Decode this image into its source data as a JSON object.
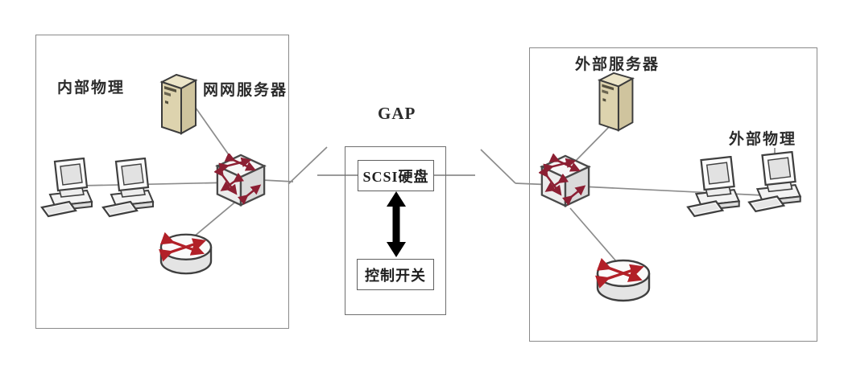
{
  "diagram_type": "network-gap-isolation-diagram",
  "internal_zone": {
    "zone_label": "内部物理",
    "server_label": "网网服务器",
    "devices": [
      "server",
      "workstation",
      "workstation",
      "switch",
      "router"
    ]
  },
  "gap_unit": {
    "title": "GAP",
    "disk_box_label": "SCSI硬盘",
    "control_box_label": "控制开关"
  },
  "external_zone": {
    "server_label": "外部服务器",
    "zone_label": "外部物理",
    "devices": [
      "server",
      "switch",
      "workstation",
      "workstation",
      "router"
    ]
  },
  "icons": {
    "server": "server-tower-icon",
    "workstation": "desktop-computer-icon",
    "switch": "network-switch-icon",
    "router": "router-icon",
    "gap_link": "double-headed-arrow-icon"
  },
  "colors": {
    "background": "#ffffff",
    "zone_border": "#8a8a8a",
    "inner_box_border": "#5f5f5f",
    "connection_line": "#8c8c8c",
    "switch_arrow_red": "#8c1f33",
    "router_arrow_red": "#b22028",
    "server_beige": "#ddd3ae",
    "text": "#2b2b2b",
    "gap_arrow_black": "#000000"
  }
}
